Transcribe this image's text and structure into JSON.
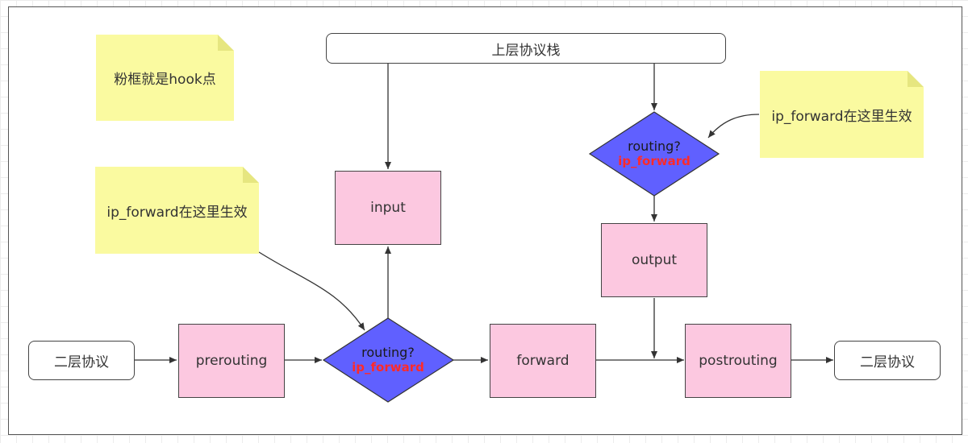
{
  "notes": {
    "legend": "粉框就是hook点",
    "ip_forward_left": "ip_forward在这里生效",
    "ip_forward_right": "ip_forward在这里生效"
  },
  "nodes": {
    "upper_stack": "上层协议栈",
    "l2_in": "二层协议",
    "l2_out": "二层协议",
    "prerouting": "prerouting",
    "input": "input",
    "forward": "forward",
    "output": "output",
    "postrouting": "postrouting"
  },
  "decisions": {
    "routing_in": {
      "label": "routing?",
      "sub": "ip_forward"
    },
    "routing_out": {
      "label": "routing?",
      "sub": "ip_forward"
    }
  },
  "colors": {
    "hook_fill": "#fcc8e0",
    "decision_fill": "#6060ff",
    "note_fill": "#fafaa0",
    "highlight_text": "#ff2a2a"
  }
}
